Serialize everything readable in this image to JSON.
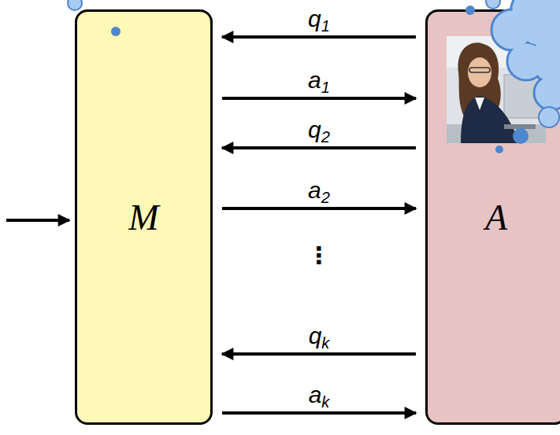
{
  "diagram": {
    "nodes": [
      {
        "text": [
          "M"
        ]
      },
      {
        "text": [
          "A"
        ]
      }
    ],
    "edges": [
      {
        "from": 1,
        "to": 0,
        "arrow": "to",
        "label": "q1"
      },
      {
        "from": 0,
        "to": 1,
        "arrow": "to",
        "label": "a1"
      },
      {
        "from": 1,
        "to": 0,
        "arrow": "to",
        "label": "q2"
      },
      {
        "from": 0,
        "to": 1,
        "arrow": "to",
        "label": "a2"
      },
      {
        "from": 1,
        "to": 0,
        "arrow": "to",
        "label": "qk"
      },
      {
        "from": 0,
        "to": 1,
        "arrow": "to",
        "label": "ak"
      }
    ],
    "labels": [
      "⋮"
    ]
  }
}
